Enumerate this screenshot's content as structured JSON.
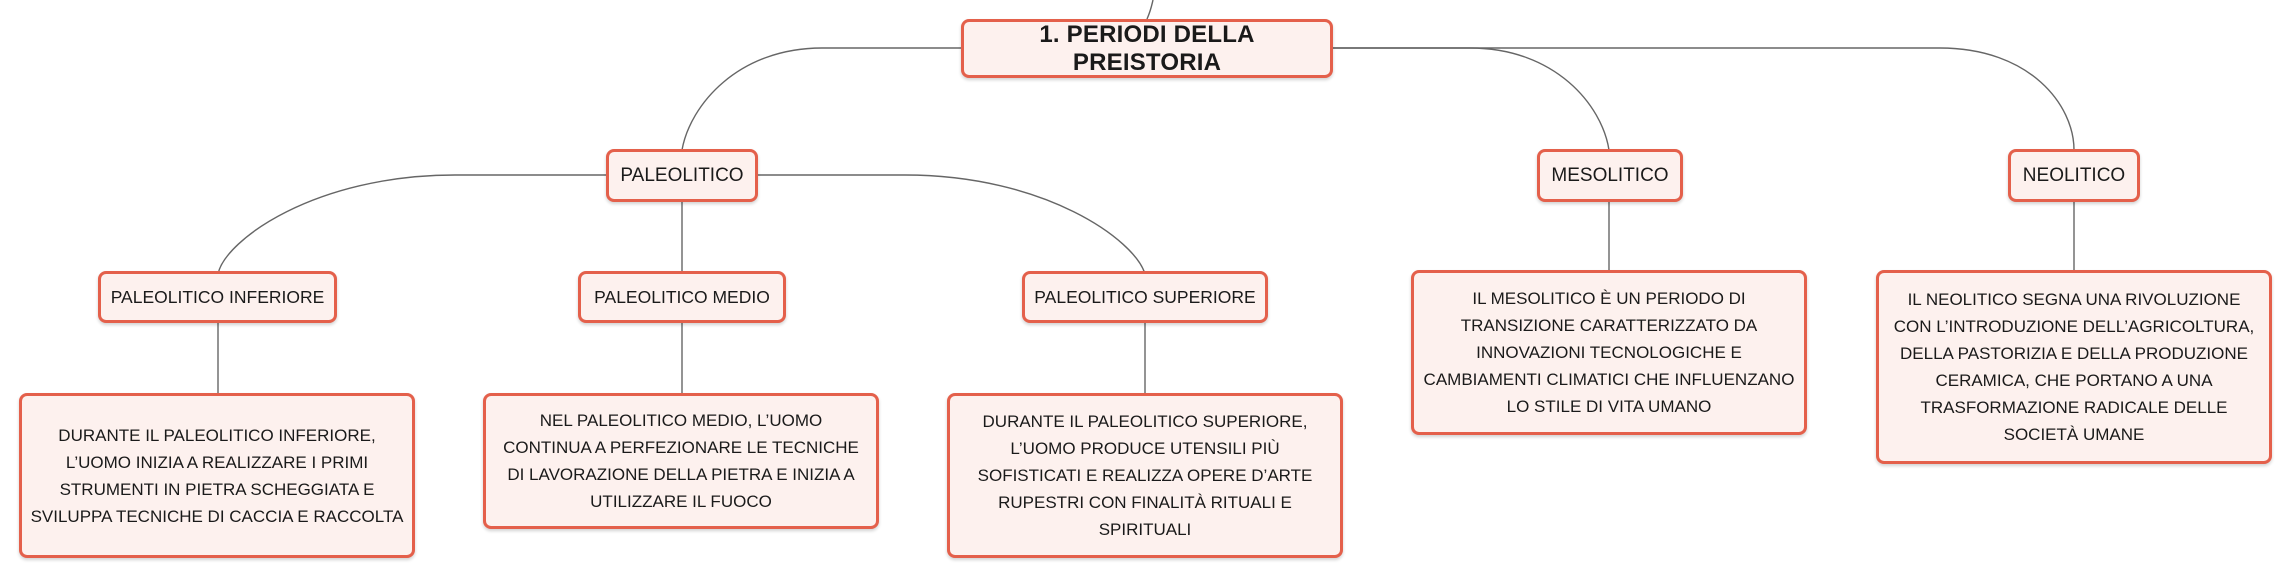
{
  "colors": {
    "node_border": "#e4604b",
    "node_fill": "#fdf1ee",
    "connector": "#666666",
    "text": "#1a1a1a"
  },
  "root": {
    "label": "1. PERIODI DELLA PREISTORIA"
  },
  "paleolitico": {
    "label": "PALEOLITICO",
    "inferiore": {
      "label": "PALEOLITICO INFERIORE",
      "description": "DURANTE IL PALEOLITICO INFERIORE, L’UOMO INIZIA A REALIZZARE I PRIMI STRUMENTI IN PIETRA SCHEGGIATA E SVILUPPA TECNICHE DI CACCIA E RACCOLTA"
    },
    "medio": {
      "label": "PALEOLITICO MEDIO",
      "description": "NEL PALEOLITICO MEDIO, L’UOMO CONTINUA A PERFEZIONARE LE TECNICHE DI LAVORAZIONE DELLA PIETRA E INIZIA A UTILIZZARE IL FUOCO"
    },
    "superiore": {
      "label": "PALEOLITICO SUPERIORE",
      "description": "DURANTE IL PALEOLITICO SUPERIORE, L’UOMO PRODUCE UTENSILI PIÙ SOFISTICATI E REALIZZA OPERE D’ARTE RUPESTRI CON FINALITÀ RITUALI E SPIRITUALI"
    }
  },
  "mesolitico": {
    "label": "MESOLITICO",
    "description": "IL MESOLITICO È UN PERIODO DI TRANSIZIONE CARATTERIZZATO DA INNOVAZIONI TECNOLOGICHE E CAMBIAMENTI CLIMATICI CHE INFLUENZANO LO STILE DI VITA UMANO"
  },
  "neolitico": {
    "label": "NEOLITICO",
    "description": "IL NEOLITICO SEGNA UNA RIVOLUZIONE CON L’INTRODUZIONE DELL’AGRICOLTURA, DELLA PASTORIZIA E DELLA PRODUZIONE CERAMICA, CHE PORTANO A UNA TRASFORMAZIONE RADICALE DELLE SOCIETÀ UMANE"
  }
}
